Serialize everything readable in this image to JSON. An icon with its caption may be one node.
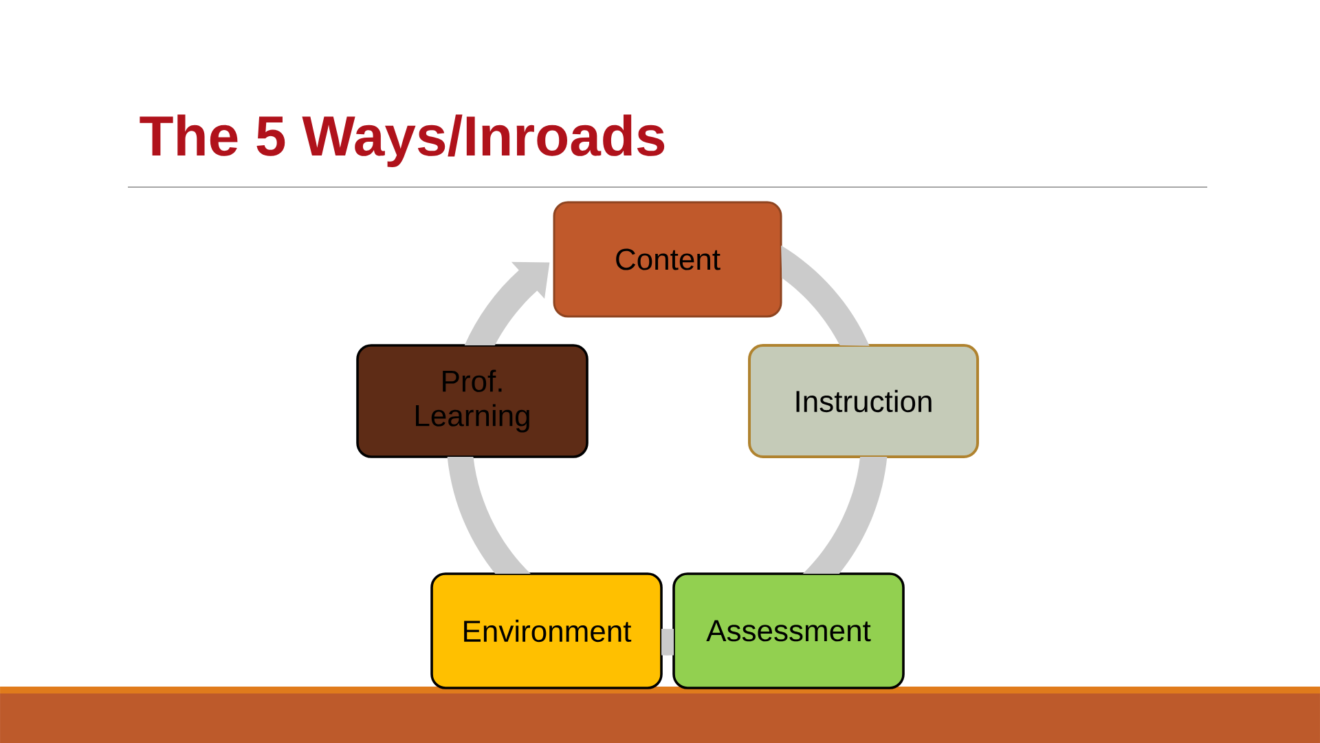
{
  "diagram": {
    "title": "The 5 Ways/Inroads",
    "nodes": [
      {
        "text": [
          "Content"
        ]
      },
      {
        "text": [
          "Prof. Learning"
        ]
      },
      {
        "text": [
          "Instruction"
        ]
      },
      {
        "text": [
          "Environment"
        ]
      },
      {
        "text": [
          "Assessment"
        ]
      }
    ],
    "edges": [
      {
        "from": 0,
        "to": 2,
        "arrow": "none"
      },
      {
        "from": 2,
        "to": 4,
        "arrow": "none"
      },
      {
        "from": 4,
        "to": 3,
        "arrow": "none"
      },
      {
        "from": 3,
        "to": 1,
        "arrow": "none"
      },
      {
        "from": 1,
        "to": 0,
        "arrow": "to"
      }
    ]
  }
}
